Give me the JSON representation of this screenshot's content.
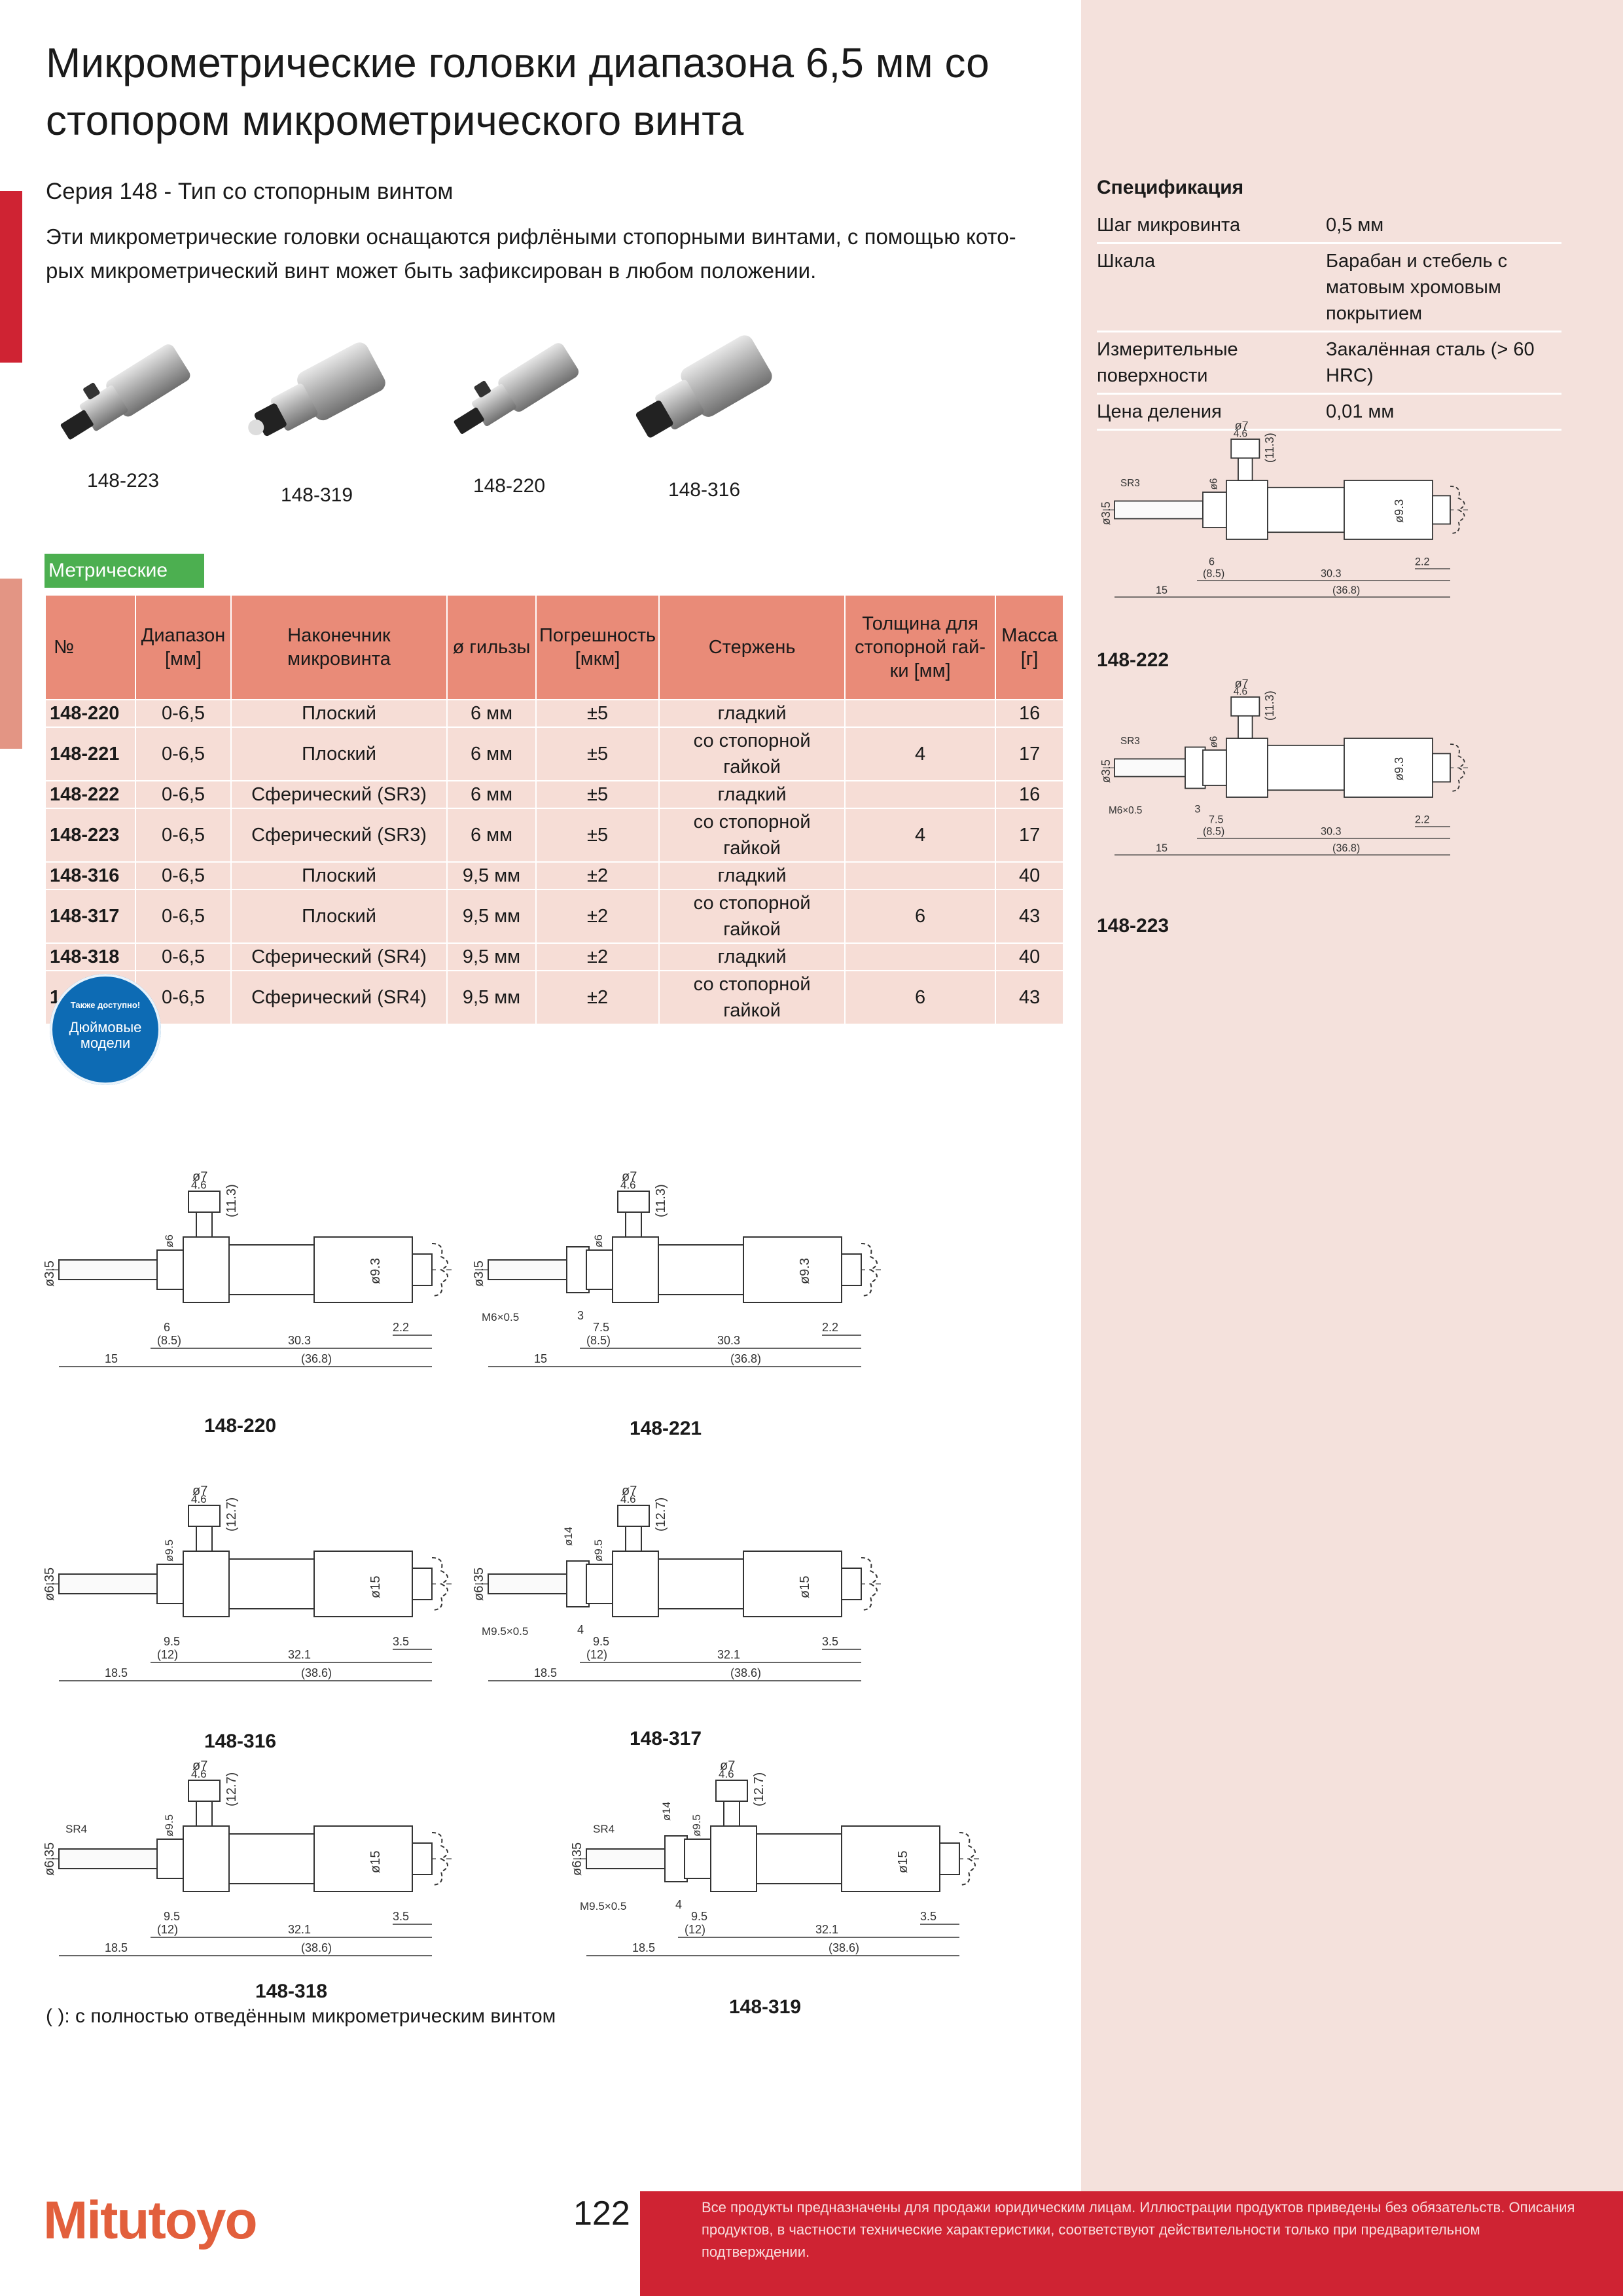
{
  "header": {
    "title": "Микрометрические головки диапазона 6,5 мм со стопором микрометрического винта",
    "series": "Серия 148 - Тип со стопорным винтом",
    "intro": "Эти микрометрические головки оснащаются рифлёными стопорными винтами, с помощью кото-рых микрометрический винт может быть зафиксирован в любом положении."
  },
  "photos": [
    {
      "caption": "148-223"
    },
    {
      "caption": "148-319"
    },
    {
      "caption": "148-220"
    },
    {
      "caption": "148-316"
    }
  ],
  "table": {
    "section_label": "Метрические",
    "headers": [
      "№",
      "Диапазон [мм]",
      "Наконечник микровинта",
      "ø гильзы",
      "Погрешность [мкм]",
      "Стержень",
      "Толщина для стопорной гай-ки [мм]",
      "Масса [г]"
    ],
    "rows": [
      [
        "148-220",
        "0-6,5",
        "Плоский",
        "6 мм",
        "±5",
        "гладкий",
        "",
        "16"
      ],
      [
        "148-221",
        "0-6,5",
        "Плоский",
        "6 мм",
        "±5",
        "со стопорной гайкой",
        "4",
        "17"
      ],
      [
        "148-222",
        "0-6,5",
        "Сферический (SR3)",
        "6 мм",
        "±5",
        "гладкий",
        "",
        "16"
      ],
      [
        "148-223",
        "0-6,5",
        "Сферический (SR3)",
        "6 мм",
        "±5",
        "со стопорной гайкой",
        "4",
        "17"
      ],
      [
        "148-316",
        "0-6,5",
        "Плоский",
        "9,5 мм",
        "±2",
        "гладкий",
        "",
        "40"
      ],
      [
        "148-317",
        "0-6,5",
        "Плоский",
        "9,5 мм",
        "±2",
        "со стопорной гайкой",
        "6",
        "43"
      ],
      [
        "148-318",
        "0-6,5",
        "Сферический (SR4)",
        "9,5 мм",
        "±2",
        "гладкий",
        "",
        "40"
      ],
      [
        "148-319",
        "0-6,5",
        "Сферический (SR4)",
        "9,5 мм",
        "±2",
        "со стопорной гайкой",
        "6",
        "43"
      ]
    ]
  },
  "badge": {
    "line1": "Также доступно!",
    "line2": "Дюймовые модели"
  },
  "spec": {
    "title": "Спецификация",
    "rows": [
      {
        "k": "Шаг микровинта",
        "v": "0,5 мм"
      },
      {
        "k": "Шкала",
        "v": "Барабан и стебель с матовым хромовым покрытием"
      },
      {
        "k": "Измерительные поверхности",
        "v": "Закалённая сталь (> 60 HRC)"
      },
      {
        "k": "Цена деления",
        "v": "0,01 мм"
      }
    ]
  },
  "drawings": {
    "d222": {
      "caption": "148-222",
      "tip": "SR3",
      "shaft": "ø3.5",
      "sleeve": "ø6",
      "knob": "ø7",
      "knob_w": "4.6",
      "h": "(11.3)",
      "thimble": "ø9.3",
      "d1": "6",
      "d2": "(8.5)",
      "d3": "30.3",
      "d4": "2.2",
      "d5": "15",
      "d6": "(36.8)"
    },
    "d223": {
      "caption": "148-223",
      "tip": "SR3",
      "shaft": "ø3.5",
      "sleeve": "ø6",
      "knob": "ø7",
      "knob_w": "4.6",
      "h": "(11.3)",
      "thimble": "ø9.3",
      "nut": "M6×0.5",
      "d0": "3",
      "d1": "7.5",
      "d2": "(8.5)",
      "d3": "30.3",
      "d4": "2.2",
      "d5": "15",
      "d6": "(36.8)"
    },
    "d220": {
      "caption": "148-220",
      "shaft": "ø3.5",
      "sleeve": "ø6",
      "knob": "ø7",
      "knob_w": "4.6",
      "h": "(11.3)",
      "thimble": "ø9.3",
      "d1": "6",
      "d2": "(8.5)",
      "d3": "30.3",
      "d4": "2.2",
      "d5": "15",
      "d6": "(36.8)"
    },
    "d221": {
      "caption": "148-221",
      "shaft": "ø3.5",
      "sleeve": "ø6",
      "knob": "ø7",
      "knob_w": "4.6",
      "h": "(11.3)",
      "thimble": "ø9.3",
      "nut": "M6×0.5",
      "d0": "3",
      "d1": "7.5",
      "d2": "(8.5)",
      "d3": "30.3",
      "d4": "2.2",
      "d5": "15",
      "d6": "(36.8)"
    },
    "d316": {
      "caption": "148-316",
      "shaft": "ø6.35",
      "sleeve": "ø9.5",
      "knob": "ø7",
      "knob_w": "4.6",
      "h": "(12.7)",
      "thimble": "ø15",
      "d1": "9.5",
      "d2": "(12)",
      "d3": "32.1",
      "d4": "3.5",
      "d5": "18.5",
      "d6": "(38.6)"
    },
    "d317": {
      "caption": "148-317",
      "shaft": "ø6.35",
      "sleeve": "ø9.5",
      "knob": "ø7",
      "knob_w": "4.6",
      "h": "(12.7)",
      "thimble": "ø15",
      "nut": "M9.5×0.5",
      "nut_d": "ø14",
      "d0": "4",
      "d1": "9.5",
      "d2": "(12)",
      "d3": "32.1",
      "d4": "3.5",
      "d5": "18.5",
      "d6": "(38.6)"
    },
    "d318": {
      "caption": "148-318",
      "tip": "SR4",
      "shaft": "ø6.35",
      "sleeve": "ø9.5",
      "knob": "ø7",
      "knob_w": "4.6",
      "h": "(12.7)",
      "thimble": "ø15",
      "d1": "9.5",
      "d2": "(12)",
      "d3": "32.1",
      "d4": "3.5",
      "d5": "18.5",
      "d6": "(38.6)"
    },
    "d319": {
      "caption": "148-319",
      "tip": "SR4",
      "shaft": "ø6.35",
      "sleeve": "ø9.5",
      "knob": "ø7",
      "knob_w": "4.6",
      "h": "(12.7)",
      "thimble": "ø15",
      "nut": "M9.5×0.5",
      "nut_d": "ø14",
      "d0": "4",
      "d1": "9.5",
      "d2": "(12)",
      "d3": "32.1",
      "d4": "3.5",
      "d5": "18.5",
      "d6": "(38.6)"
    }
  },
  "footnote": "( ): с полностью отведённым микрометрическим винтом",
  "footer": {
    "logo": "Mitutoyo",
    "page": "122",
    "disclaimer": "Все продукты предназначены для продажи юридическим лицам. Иллюстрации продуктов приведены без обязательств. Описания продуктов, в частности технические характеристики, соответствуют действительности только при предварительном подтверждении."
  },
  "colors": {
    "red": "#cf2333",
    "pink_panel": "#f4e1dc",
    "table_head": "#e98b78",
    "table_row": "#f6ddd6",
    "green_label": "#4caf50",
    "badge_blue": "#0d6bb4",
    "logo_orange": "#e25f3c"
  }
}
